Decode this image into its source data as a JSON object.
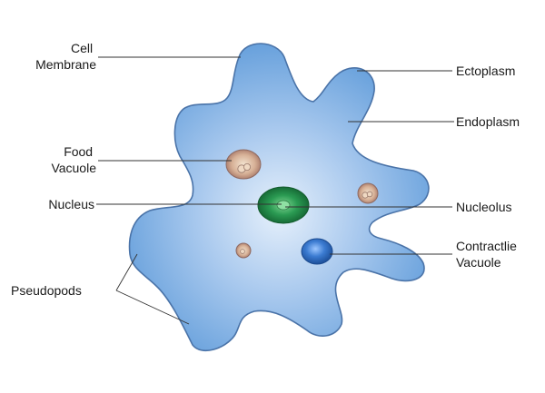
{
  "labels": {
    "cell_membrane": [
      "Cell",
      "Membrane"
    ],
    "food_vacuole": [
      "Food",
      "Vacuole"
    ],
    "nucleus": "Nucleus",
    "pseudopods": "Pseudopods",
    "ectoplasm": "Ectoplasm",
    "endoplasm": "Endoplasm",
    "nucleolus": "Nucleolus",
    "contractile_vacuole": [
      "Contractlie",
      "Vacuole"
    ]
  },
  "colors": {
    "cytoplasm_center": "#e6f0fb",
    "cytoplasm_mid": "#a9c9ee",
    "cytoplasm_edge": "#5d9ad9",
    "membrane": "#4a73a8",
    "nucleus": "#1f8a47",
    "nucleolus": "#63c77f",
    "contractile_vacuole": "#2a64b5",
    "food_vacuole": "#c9a089"
  }
}
